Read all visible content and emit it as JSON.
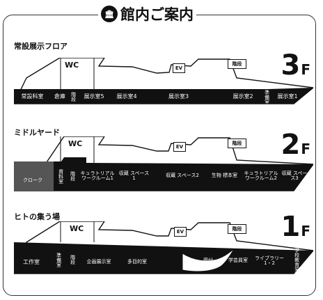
{
  "header": {
    "title": "館内ご案内",
    "icon_name": "museum-emblem-icon",
    "icon_text": "🏛"
  },
  "floors": [
    {
      "name": "常設展示フロア",
      "number": "3",
      "suffix": "F",
      "wc": "WC",
      "ev": "EV",
      "stairs": "階段",
      "rooms": [
        "常設科室",
        "倉庫",
        "階段",
        "展示室5",
        "展示室4",
        "展示室3",
        "展示室2",
        "準備室",
        "展示室1"
      ]
    },
    {
      "name": "ミドルヤード",
      "number": "2",
      "suffix": "F",
      "wc": "WC",
      "ev": "EV",
      "stairs": "階段",
      "rooms": [
        "クローク",
        "資料室",
        "階段",
        "キュラトリアル ワークルーム1",
        "収蔵 スペース1",
        "収蔵 スペース2",
        "生物 標本室",
        "キュラトリアル ワークルーム2",
        "収蔵 スペース3"
      ]
    },
    {
      "name": "ヒトの集う場",
      "number": "1",
      "suffix": "F",
      "wc": "WC",
      "ev": "EV",
      "stairs": "階段",
      "rooms": [
        "工作室",
        "準備室",
        "階段",
        "企画展示室",
        "多目的室",
        "受付",
        "学芸員室",
        "ライブラリー 1・2",
        "学校教育室"
      ]
    }
  ]
}
